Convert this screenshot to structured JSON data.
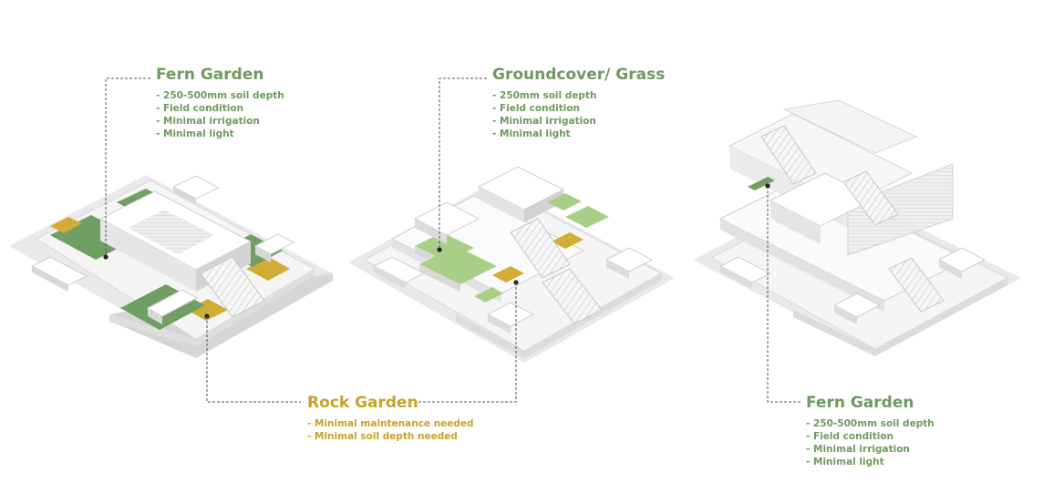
{
  "colors": {
    "green_text": "#6e9a5f",
    "gold_text": "#c9a227",
    "leader_line": "#555555",
    "planting_green": "#6f9f63",
    "rock_gold": "#d1ad35",
    "light_green": "#a9cf86",
    "model_white": "#f3f3f3",
    "model_shadow": "#dcdcdc"
  },
  "labels": {
    "fern_top": {
      "title": "Fern Garden",
      "items": [
        "- 250-500mm soil depth",
        "- Field condition",
        "- Minimal irrigation",
        "- Minimal light"
      ]
    },
    "groundcover": {
      "title": "Groundcover/ Grass",
      "items": [
        "- 250mm soil depth",
        "- Field condition",
        "- Minimal irrigation",
        "- Minimal light"
      ]
    },
    "rock": {
      "title": "Rock Garden",
      "items": [
        "- Minimal maintenance needed",
        "- Minimal  soil depth needed"
      ]
    },
    "fern_bottom": {
      "title": "Fern Garden",
      "items": [
        "- 250-500mm soil depth",
        "- Field condition",
        "- Minimal irrigation",
        "- Minimal light"
      ]
    }
  }
}
